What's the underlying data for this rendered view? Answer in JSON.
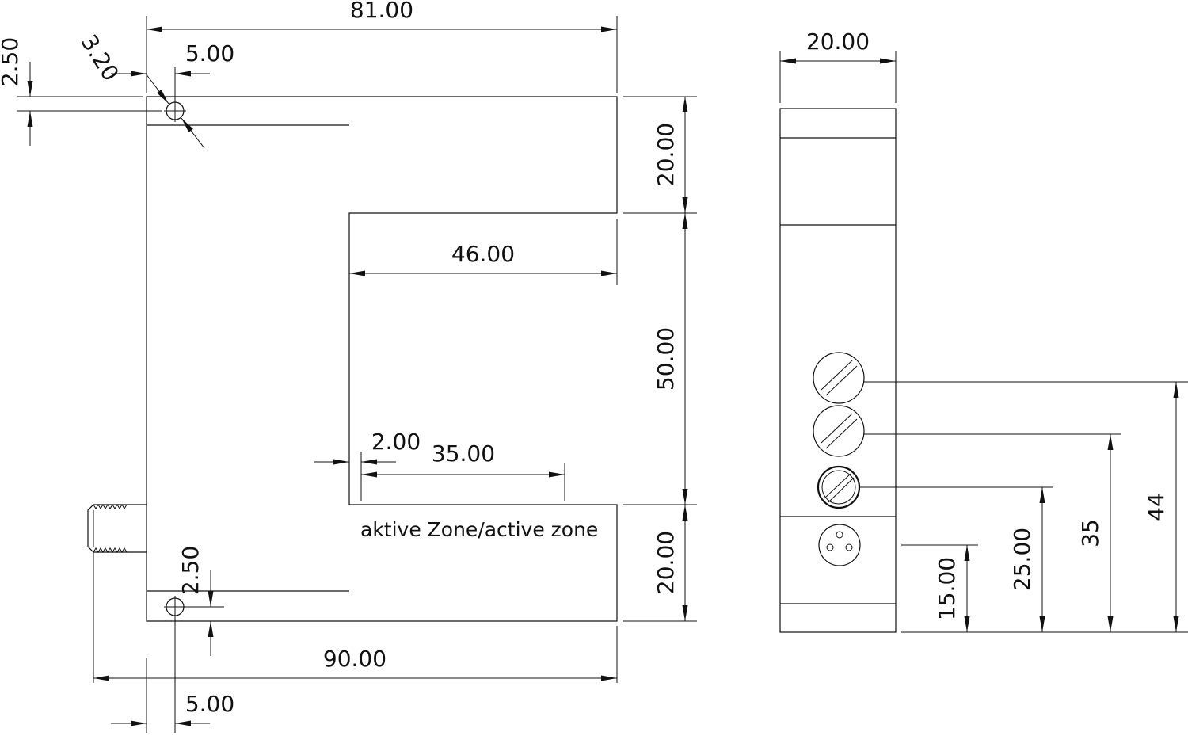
{
  "front_view": {
    "dims": {
      "width_top": "81.00",
      "hole_offset_top": "5.00",
      "hole_diameter": "3.20",
      "hole_vertical_top": "2.50",
      "upper_arm_height": "20.00",
      "slot_depth": "46.00",
      "slot_height": "50.00",
      "edge_gap": "2.00",
      "active_length": "35.00",
      "lower_arm_height": "20.00",
      "hole_vertical_bottom": "2.50",
      "overall_width": "90.00",
      "hole_offset_bottom": "5.00"
    },
    "active_zone_label": "aktive Zone/active zone"
  },
  "side_view": {
    "dims": {
      "width": "20.00",
      "connector_height": "15.00",
      "lower_pot_height": "25.00",
      "middle_pot_height": "35",
      "upper_pot_height": "44"
    }
  }
}
